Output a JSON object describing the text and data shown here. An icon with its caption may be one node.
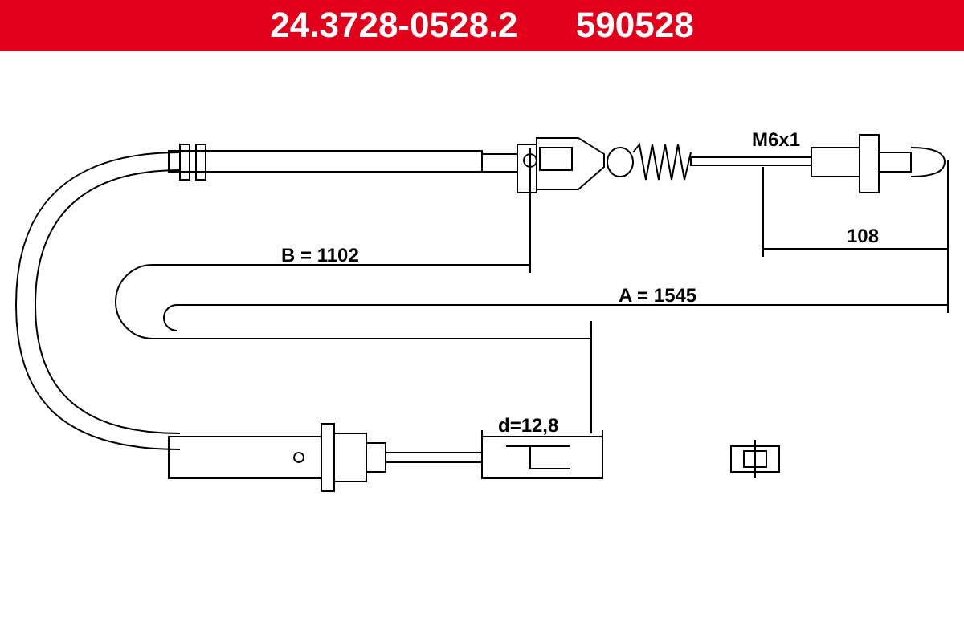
{
  "diagram": {
    "title": "24.3728-0528.2 590528",
    "labels": [
      "M6x1",
      "108",
      "B = 1102",
      "A = 1545",
      "d=12,8"
    ]
  }
}
